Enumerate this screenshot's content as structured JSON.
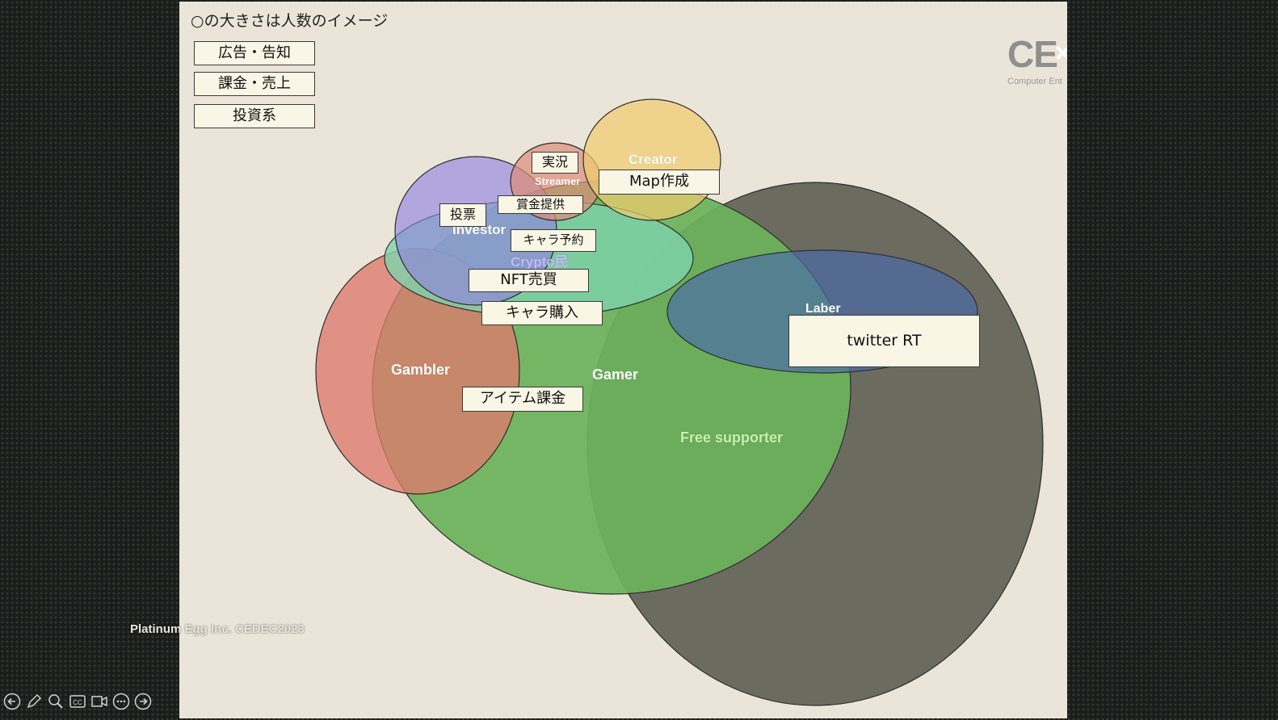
{
  "slide": {
    "note": "○の大きさは人数のイメージ",
    "legend": [
      "広告・告知",
      "課金・売上",
      "投資系"
    ],
    "logo_text": "CE",
    "logo_subtext": "Computer Ent"
  },
  "groups": [
    {
      "name": "Free supporter",
      "color": "#66665c"
    },
    {
      "name": "Gamer",
      "color": "#6cb35a"
    },
    {
      "name": "Gambler",
      "color": "#de7a6b"
    },
    {
      "name": "Laber",
      "color": "#4b6aa8"
    },
    {
      "name": "Crypto民",
      "color": "#7ed3ad"
    },
    {
      "name": "Investor",
      "color": "#8f7fe0"
    },
    {
      "name": "Streamer",
      "color": "#dd8d7a"
    },
    {
      "name": "Creator",
      "color": "#f0cc6e"
    }
  ],
  "tags": {
    "live": "実況",
    "map": "Map作成",
    "prize": "賞金提供",
    "vote": "投票",
    "reserve": "キャラ予約",
    "nft": "NFT売買",
    "chara_buy": "キャラ購入",
    "twitter": "twitter RT",
    "item": "アイテム課金"
  },
  "credit": "Platinum Egg Inc. CEDEC2023",
  "toolbar": [
    "back-icon",
    "pen-icon",
    "zoom-icon",
    "captions-icon",
    "video-icon",
    "more-icon",
    "forward-icon"
  ]
}
